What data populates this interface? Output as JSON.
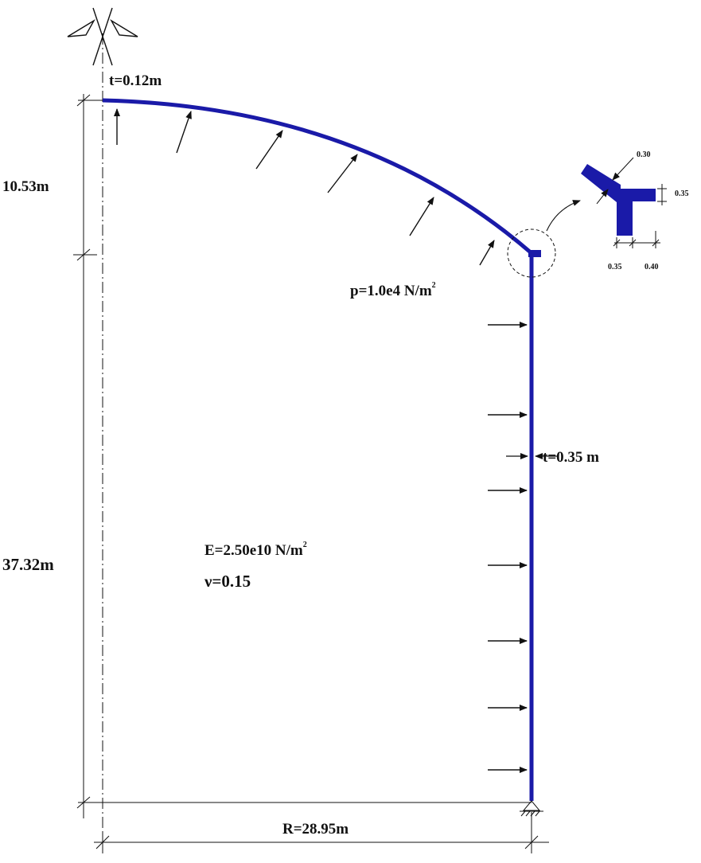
{
  "colors": {
    "structure": "#1a1aa8",
    "line": "#111111",
    "background": "#ffffff"
  },
  "labels": {
    "dome_thickness": "t=0.12m",
    "dome_height": "10.53m",
    "wall_height": "37.32m",
    "pressure": "p=1.0e4 N/m",
    "pressure_exp": "2",
    "wall_thickness": "t=0.35 m",
    "modulus": "E=2.50e10 N/m",
    "modulus_exp": "2",
    "poisson": "ν=0.15",
    "radius": "R=28.95m"
  },
  "ring_beam": {
    "dim_top": "0.30",
    "dim_right": "0.35",
    "dim_bottom_left": "0.35",
    "dim_bottom_right": "0.40"
  },
  "icons": {
    "symmetry": "symmetry-axis-icon",
    "support": "hinge-support-icon"
  }
}
